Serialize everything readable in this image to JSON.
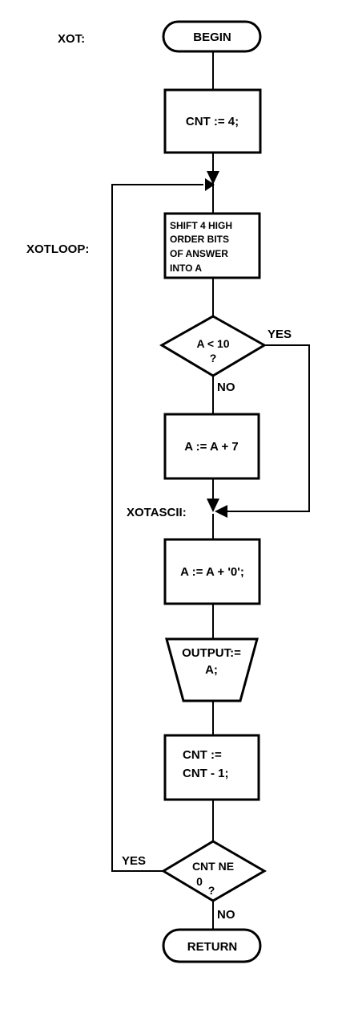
{
  "labels": {
    "xot": "XOT:",
    "xotloop": "XOTLOOP:",
    "xotascii": "XOTASCII:"
  },
  "nodes": {
    "begin": "BEGIN",
    "cnt_init": "CNT := 4;",
    "shift": [
      "SHIFT 4 HIGH",
      "ORDER BITS",
      "OF ANSWER",
      "INTO A"
    ],
    "decision_a": [
      "A < 10",
      "?"
    ],
    "add7": "A := A + 7",
    "add0": "A := A + '0';",
    "output": [
      "OUTPUT:=",
      "A;"
    ],
    "decrement": [
      "CNT :=",
      "CNT - 1;"
    ],
    "decision_cnt": [
      "CNT NE",
      "0",
      "?"
    ],
    "return": "RETURN"
  },
  "edges": {
    "yes_a": "YES",
    "no_a": "NO",
    "yes_cnt": "YES",
    "no_cnt": "NO"
  },
  "colors": {
    "stroke": "#000000",
    "background": "#ffffff"
  }
}
